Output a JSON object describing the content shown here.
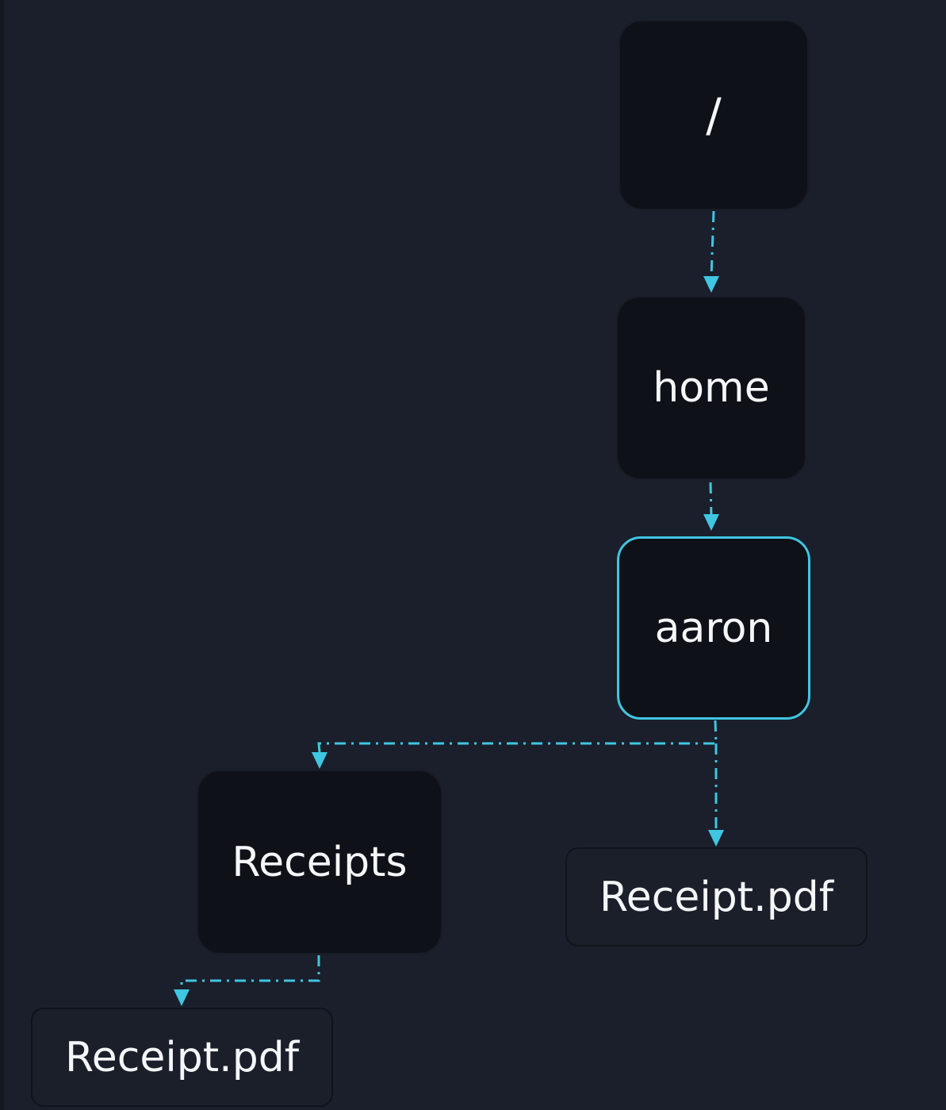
{
  "diagram": {
    "type": "directory-tree",
    "colors": {
      "background": "#1a1f2b",
      "folder_fill": "#0e1117",
      "file_fill": "#1a1f2a",
      "accent": "#3fc6e2",
      "text": "#f4f6f8"
    },
    "nodes": [
      {
        "id": "root",
        "label": "/",
        "kind": "folder"
      },
      {
        "id": "home",
        "label": "home",
        "kind": "folder"
      },
      {
        "id": "aaron",
        "label": "aaron",
        "kind": "folder",
        "selected": true
      },
      {
        "id": "receipts",
        "label": "Receipts",
        "kind": "folder"
      },
      {
        "id": "file1",
        "label": "Receipt.pdf",
        "kind": "file"
      },
      {
        "id": "file2",
        "label": "Receipt.pdf",
        "kind": "file"
      }
    ],
    "edges": [
      {
        "from": "root",
        "to": "home"
      },
      {
        "from": "home",
        "to": "aaron"
      },
      {
        "from": "aaron",
        "to": "receipts"
      },
      {
        "from": "aaron",
        "to": "file1"
      },
      {
        "from": "receipts",
        "to": "file2"
      }
    ]
  }
}
